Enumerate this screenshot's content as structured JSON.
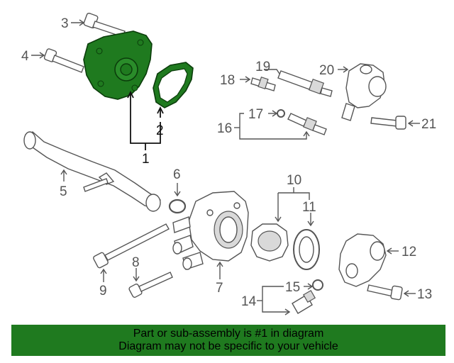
{
  "callouts": {
    "c1": "1",
    "c2": "2",
    "c3": "3",
    "c4": "4",
    "c5": "5",
    "c6": "6",
    "c7": "7",
    "c8": "8",
    "c9": "9",
    "c10": "10",
    "c11": "11",
    "c12": "12",
    "c13": "13",
    "c14": "14",
    "c15": "15",
    "c16": "16",
    "c17": "17",
    "c18": "18",
    "c19": "19",
    "c20": "20",
    "c21": "21"
  },
  "highlight_color": "#1f7a1f",
  "banner": {
    "line1": "Part or sub-assembly is #1 in diagram",
    "line2": "Diagram may not be specific to your vehicle"
  }
}
